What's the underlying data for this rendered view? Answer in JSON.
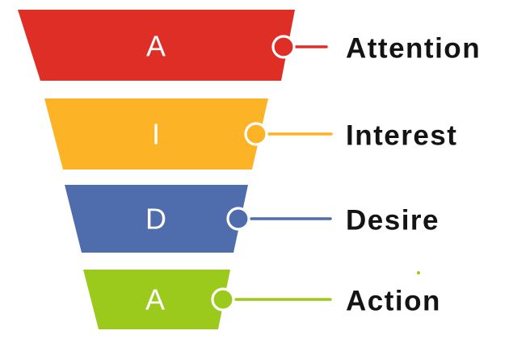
{
  "palette": {
    "background": "#ffffff",
    "stage_letter_color": "#ffffff",
    "label_text_color": "#141414",
    "circle_ring_color": "#ffffff"
  },
  "stages": [
    {
      "letter": "A",
      "label": "Attention",
      "color": "#df2e26"
    },
    {
      "letter": "I",
      "label": "Interest",
      "color": "#fcb326"
    },
    {
      "letter": "D",
      "label": "Desire",
      "color": "#4f6cac"
    },
    {
      "letter": "A",
      "label": "Action",
      "color": "#9cca1c"
    }
  ]
}
